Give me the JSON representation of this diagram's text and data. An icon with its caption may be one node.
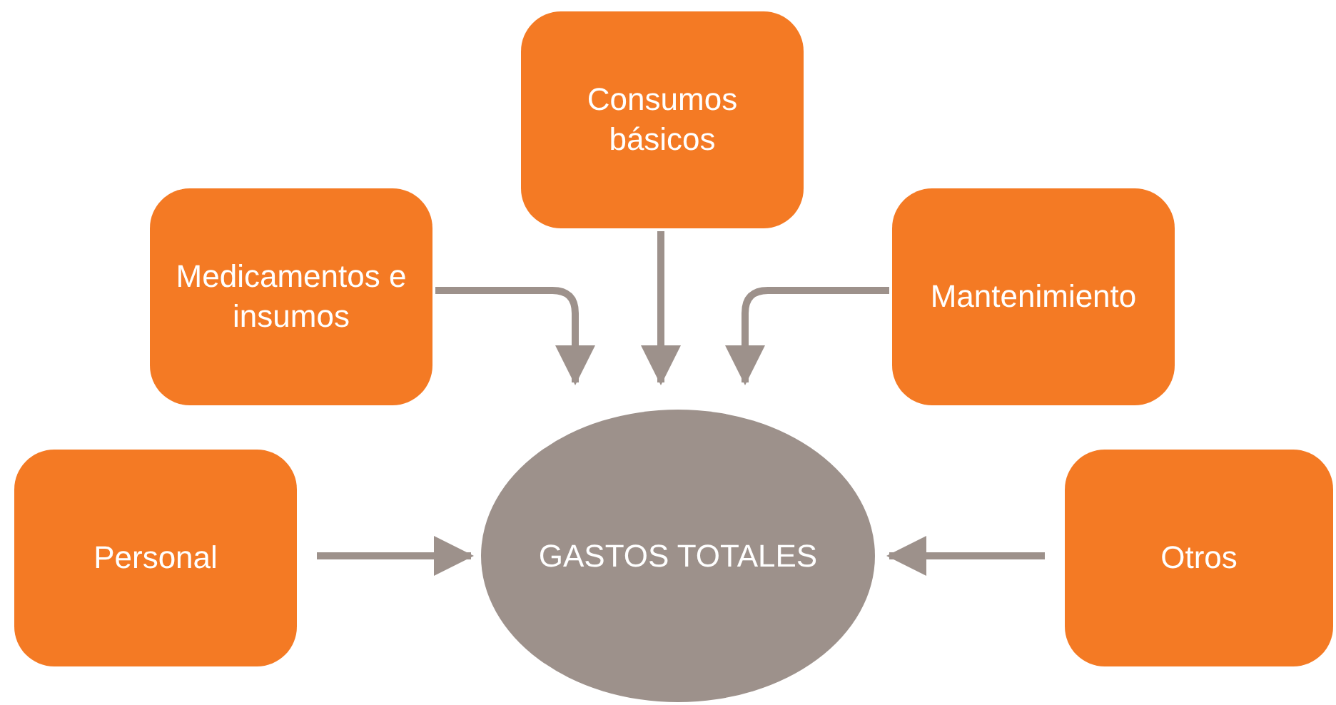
{
  "diagram": {
    "nodes": [
      {
        "text": [
          "Consumos básicos"
        ]
      },
      {
        "text": [
          "Medicamentos e insumos"
        ]
      },
      {
        "text": [
          "Mantenimiento"
        ]
      },
      {
        "text": [
          "Personal"
        ]
      },
      {
        "text": [
          "GASTOS TOTALES"
        ]
      },
      {
        "text": [
          "Otros"
        ]
      }
    ],
    "edges": [
      {
        "from": 1,
        "to": 4,
        "arrow": "to"
      },
      {
        "from": 0,
        "to": 4,
        "arrow": "to"
      },
      {
        "from": 2,
        "to": 4,
        "arrow": "to"
      },
      {
        "from": 3,
        "to": 4,
        "arrow": "to"
      },
      {
        "from": 5,
        "to": 4,
        "arrow": "to"
      }
    ]
  }
}
